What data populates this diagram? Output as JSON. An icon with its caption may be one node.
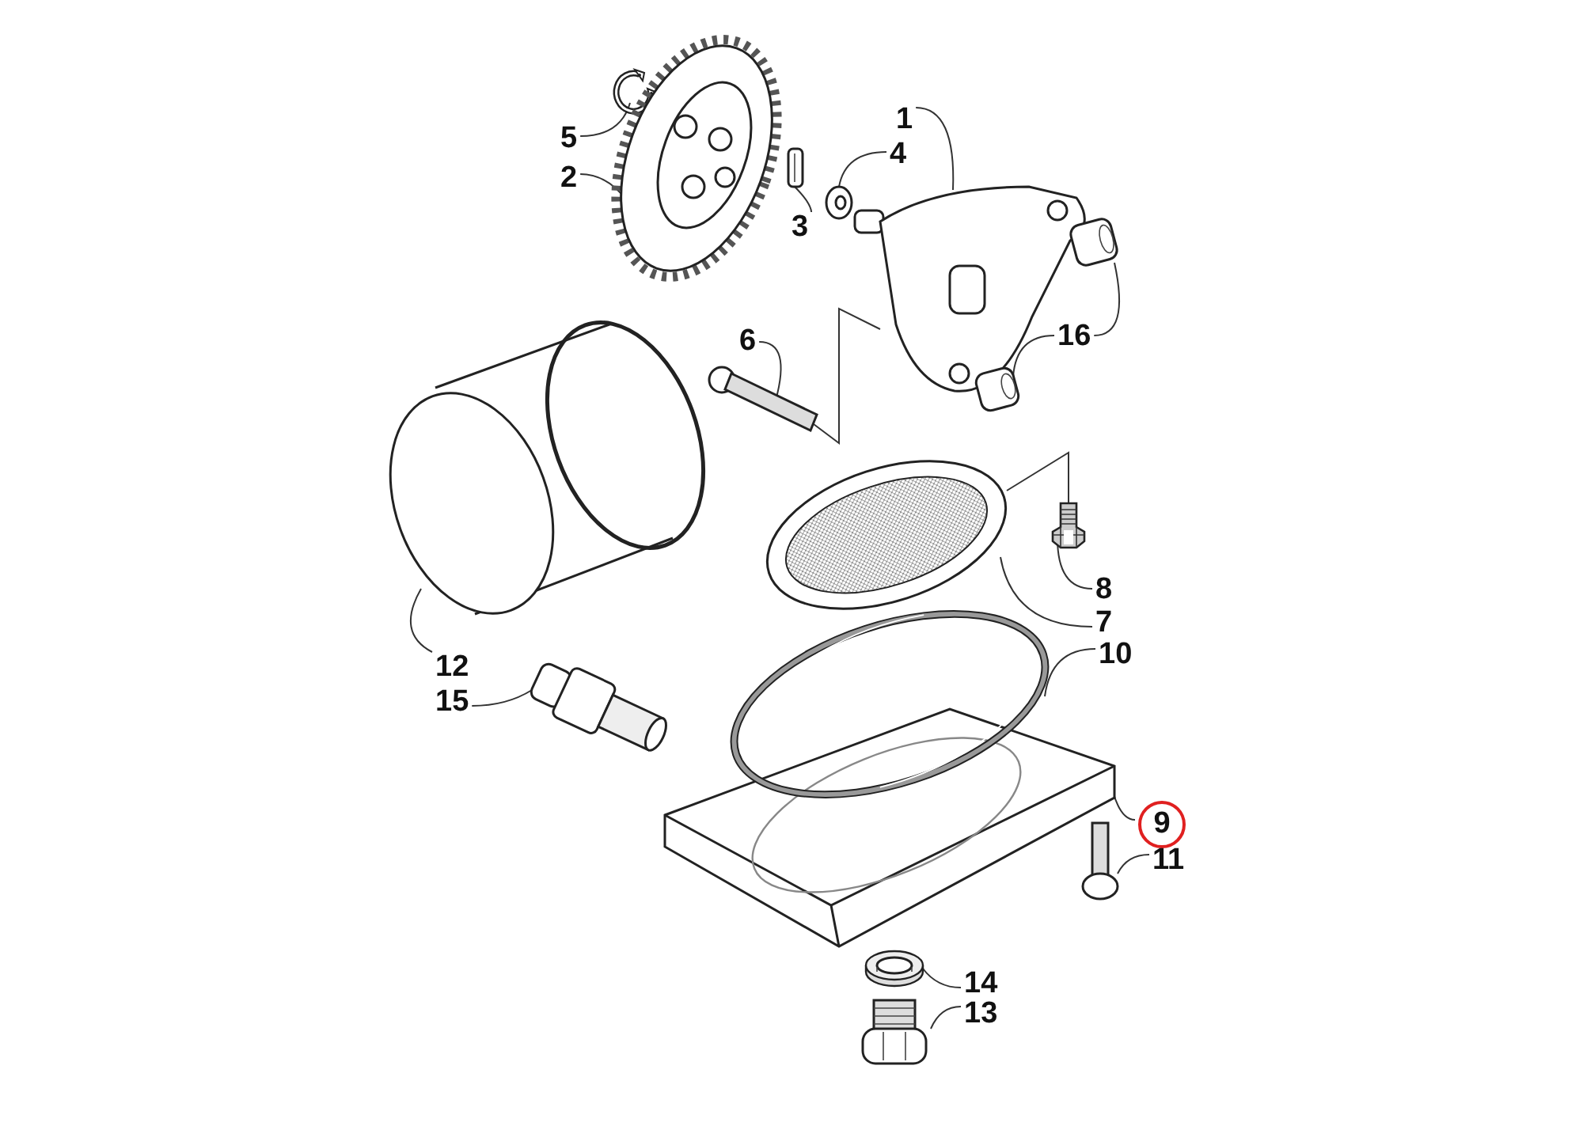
{
  "diagram": {
    "nodes": [
      {
        "text": [
          "5"
        ]
      },
      {
        "text": [
          "2"
        ]
      },
      {
        "text": [
          "1"
        ]
      },
      {
        "text": [
          "4"
        ]
      },
      {
        "text": [
          "3"
        ]
      },
      {
        "text": [
          "6"
        ]
      },
      {
        "text": [
          "16"
        ]
      },
      {
        "text": [
          "8"
        ]
      },
      {
        "text": [
          "7"
        ]
      },
      {
        "text": [
          "12"
        ]
      },
      {
        "text": [
          "10"
        ]
      },
      {
        "text": [
          "15"
        ]
      },
      {
        "text": [
          "9"
        ]
      },
      {
        "text": [
          "11"
        ]
      },
      {
        "text": [
          "14"
        ]
      },
      {
        "text": [
          "13"
        ]
      },
      {
        "text": [],
        "shape": "picture"
      },
      {
        "text": [],
        "shape": "picture"
      },
      {
        "text": [],
        "shape": "picture"
      },
      {
        "text": [],
        "shape": "picture"
      },
      {
        "text": [],
        "shape": "picture"
      },
      {
        "text": [],
        "shape": "picture"
      },
      {
        "text": [],
        "shape": "picture"
      },
      {
        "text": [],
        "shape": "picture"
      },
      {
        "text": [],
        "shape": "picture"
      },
      {
        "text": [],
        "shape": "picture"
      },
      {
        "text": [],
        "shape": "picture"
      },
      {
        "text": [],
        "shape": "picture"
      },
      {
        "text": [],
        "shape": "picture"
      },
      {
        "text": [],
        "shape": "picture"
      },
      {
        "text": [],
        "shape": "picture"
      },
      {
        "text": [],
        "shape": "picture"
      },
      {
        "text": [],
        "shape": "picture"
      }
    ],
    "edges": [
      {
        "from": 0,
        "to": 16,
        "arrow": "none"
      },
      {
        "from": 1,
        "to": 17,
        "arrow": "none"
      },
      {
        "from": 2,
        "to": 20,
        "arrow": "none"
      },
      {
        "from": 3,
        "to": 19,
        "arrow": "none"
      },
      {
        "from": 4,
        "to": 18,
        "arrow": "none"
      },
      {
        "from": 5,
        "to": 23,
        "arrow": "none"
      },
      {
        "from": 6,
        "to": 21,
        "arrow": "none"
      },
      {
        "from": 6,
        "to": 22,
        "arrow": "none"
      },
      {
        "from": 7,
        "to": 26,
        "arrow": "none"
      },
      {
        "from": 8,
        "to": 25,
        "arrow": "none"
      },
      {
        "from": 9,
        "to": 24,
        "arrow": "none"
      },
      {
        "from": 10,
        "to": 27,
        "arrow": "none"
      },
      {
        "from": 11,
        "to": 28,
        "arrow": "none"
      },
      {
        "from": 12,
        "to": 29,
        "arrow": "none"
      },
      {
        "from": 13,
        "to": 30,
        "arrow": "none"
      },
      {
        "from": 14,
        "to": 31,
        "arrow": "none"
      },
      {
        "from": 15,
        "to": 32,
        "arrow": "none"
      },
      {
        "from": 23,
        "to": 20,
        "arrow": "none"
      },
      {
        "from": 25,
        "to": 26,
        "arrow": "none"
      }
    ]
  }
}
